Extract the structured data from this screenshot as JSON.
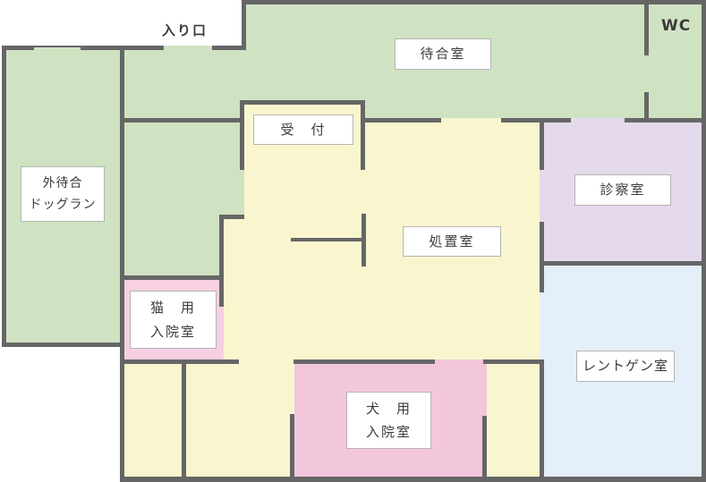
{
  "floorplan": {
    "entrance_label": "入り口",
    "wc_label": "WC",
    "rooms": {
      "waiting": {
        "label": "待合室"
      },
      "reception": {
        "label": "受　付"
      },
      "outdoor": {
        "line1": "外待合",
        "line2": "ドッグラン"
      },
      "exam": {
        "label": "診察室"
      },
      "treatment": {
        "label": "処置室"
      },
      "cat_ward": {
        "line1": "猫　用",
        "line2": "入院室"
      },
      "dog_ward": {
        "line1": "犬　用",
        "line2": "入院室"
      },
      "xray": {
        "label": "レントゲン室"
      }
    },
    "colors": {
      "wall": "#666666",
      "green": "#cfe3c3",
      "yellow": "#f9f6cf",
      "pink_cat": "#f6d0e2",
      "pink_dog": "#f3c7db",
      "purple": "#e5daec",
      "blue": "#e4effa",
      "label_border": "#b4b4b4",
      "text": "#3e3a39",
      "bg": "#ffffff"
    }
  }
}
